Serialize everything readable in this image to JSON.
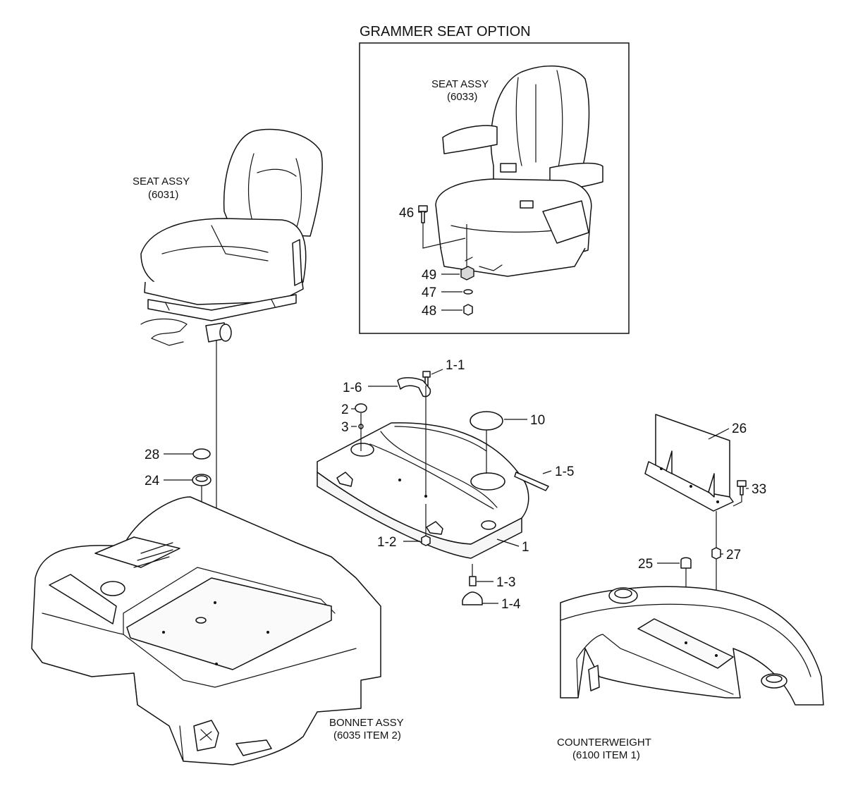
{
  "option_title": "GRAMMER SEAT OPTION",
  "assemblies": {
    "seat_6031": {
      "name": "SEAT ASSY",
      "ref": "(6031)"
    },
    "seat_6033": {
      "name": "SEAT ASSY",
      "ref": "(6033)"
    },
    "bonnet": {
      "name": "BONNET ASSY",
      "ref": "(6035 ITEM 2)"
    },
    "counterweight": {
      "name": "COUNTERWEIGHT",
      "ref": "(6100 ITEM 1)"
    }
  },
  "callouts": {
    "c46": "46",
    "c49": "49",
    "c47": "47",
    "c48": "48",
    "c1_1": "1-1",
    "c1_6": "1-6",
    "c2": "2",
    "c3": "3",
    "c10": "10",
    "c28": "28",
    "c24": "24",
    "c1_5": "1-5",
    "c1": "1",
    "c1_2": "1-2",
    "c1_3": "1-3",
    "c1_4": "1-4",
    "c26": "26",
    "c33": "33",
    "c27": "27",
    "c25": "25"
  }
}
